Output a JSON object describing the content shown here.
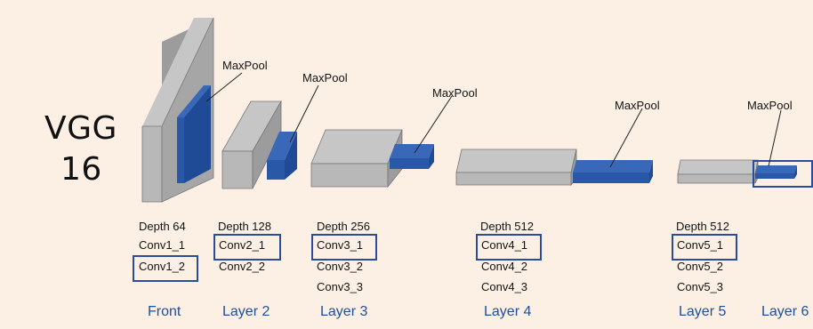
{
  "title": {
    "line1": "VGG",
    "line2": "16"
  },
  "pool_label": "MaxPool",
  "colors": {
    "background": "#fcefe3",
    "conv_block": "#b4b4b4",
    "pool_block": "#2a58a8",
    "highlight_box": "#2b4c9b",
    "layer_text": "#1f4e9c"
  },
  "stages": [
    {
      "depth": "Depth 64",
      "convs": [
        "Conv1_1",
        "Conv1_2"
      ],
      "boxed": "Conv1_2",
      "layer": "Front"
    },
    {
      "depth": "Depth 128",
      "convs": [
        "Conv2_1",
        "Conv2_2"
      ],
      "boxed": "Conv2_1",
      "layer": "Layer 2"
    },
    {
      "depth": "Depth 256",
      "convs": [
        "Conv3_1",
        "Conv3_2",
        "Conv3_3"
      ],
      "boxed": "Conv3_1",
      "layer": "Layer 3"
    },
    {
      "depth": "Depth 512",
      "convs": [
        "Conv4_1",
        "Conv4_2",
        "Conv4_3"
      ],
      "boxed": "Conv4_1",
      "layer": "Layer 4"
    },
    {
      "depth": "Depth 512",
      "convs": [
        "Conv5_1",
        "Conv5_2",
        "Conv5_3"
      ],
      "boxed": "Conv5_1",
      "layer": "Layer 5"
    }
  ],
  "extra_layer": "Layer 6"
}
